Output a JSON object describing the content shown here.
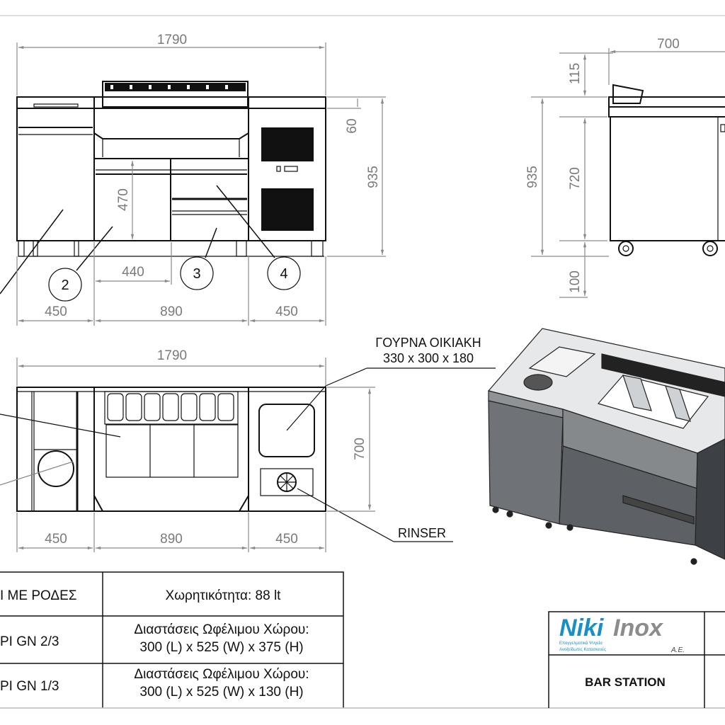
{
  "front_view": {
    "overall_width": "1790",
    "top_height": "60",
    "total_height": "935",
    "drawer_height": "470",
    "drawer_width": "440",
    "module_widths": [
      "450",
      "890",
      "450"
    ],
    "balloons": [
      "2",
      "3",
      "4"
    ]
  },
  "side_view": {
    "depth": "700",
    "rack_height": "115",
    "total_height": "935",
    "body_height": "720",
    "leg_height": "100"
  },
  "top_view": {
    "overall_width": "1790",
    "depth": "700",
    "module_widths": [
      "450",
      "890",
      "450"
    ],
    "sink_label": "ΓΟΥΡΝΑ ΟΙΚΙΑΚΗ",
    "sink_dims": "330 x 300 x 180",
    "rinser_label": "RINSER"
  },
  "spec_table": {
    "rows": [
      {
        "item": "Ι ΜΕ ΡΟΔΕΣ",
        "desc_line1": "Χωρητικότητα: 88 lt",
        "desc_line2": ""
      },
      {
        "item": "ΡΙ GN 2/3",
        "desc_line1": "Διαστάσεις Ωφέλιμου Χώρου:",
        "desc_line2": "300 (L) x 525 (W) x 375 (H)"
      },
      {
        "item": "ΡΙ GN 1/3",
        "desc_line1": "Διαστάσεις Ωφέλιμου Χώρου:",
        "desc_line2": "300 (L) x 525 (W) x 130 (H)"
      }
    ]
  },
  "title_block": {
    "logo_text": "NikiInox",
    "logo_suffix": "Α.Ε.",
    "logo_tagline": "Επαγγελματικά Ψυγεία Ανοξείδωτες Κατασκευές",
    "title": "BAR STATION"
  },
  "colors": {
    "logo_blue": "#1a8fc4",
    "logo_gray": "#8c8c8c",
    "dim_gray": "#8a8a8a"
  }
}
